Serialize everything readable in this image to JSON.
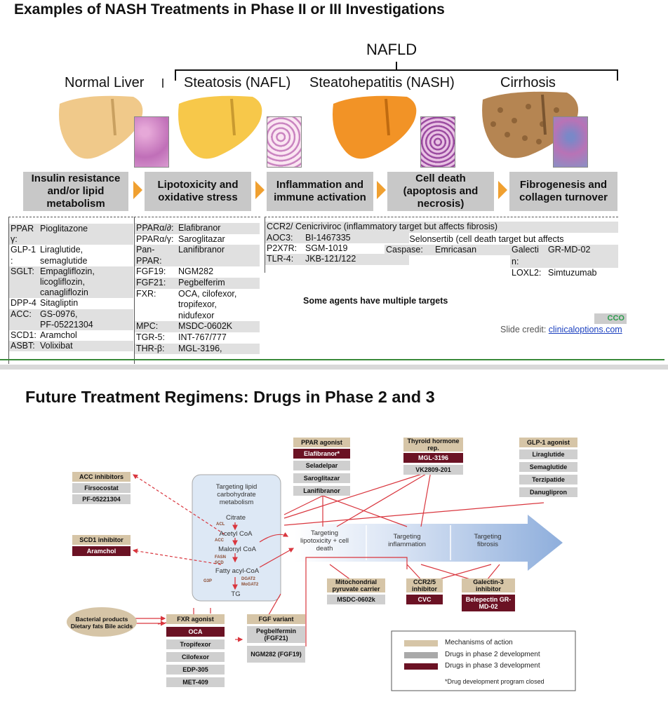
{
  "top": {
    "title": "Examples of NASH Treatments in Phase II or III Investigations",
    "nafld": "NAFLD",
    "stages": [
      "Normal Liver",
      "Steatosis (NAFL)",
      "Steatohepatitis (NASH)",
      "Cirrhosis"
    ],
    "colors": {
      "normal": "#f0c98a",
      "steatosis": "#f7c84a",
      "nash": "#f29326",
      "cirrhosis": "#b58552",
      "chevron": "#f0a030"
    },
    "mechanisms": [
      "Insulin resistance and/or lipid metabolism",
      "Lipotoxicity and oxidative stress",
      "Inflammation and immune activation",
      "Cell death (apoptosis and necrosis)",
      "Fibrogenesis and collagen turnover"
    ],
    "col1": [
      {
        "t": "PPAR",
        "d": "Pioglitazone"
      },
      {
        "t": "γ:",
        "d": ""
      },
      {
        "t": "GLP-1",
        "d": "Liraglutide,"
      },
      {
        "t": ":",
        "d": "semaglutide"
      },
      {
        "t": "SGLT:",
        "d": "Empagliflozin,"
      },
      {
        "t": "",
        "d": "licogliflozin,"
      },
      {
        "t": "",
        "d": "canagliflozin"
      },
      {
        "t": "DPP-4",
        "d": "Sitagliptin"
      },
      {
        "t": "ACC:",
        "d": "GS-0976,"
      },
      {
        "t": "",
        "d": "PF-05221304"
      },
      {
        "t": "SCD1:",
        "d": "Aramchol"
      },
      {
        "t": "ASBT:",
        "d": "Volixibat"
      }
    ],
    "col2": [
      {
        "t": "PPARα/∂:",
        "d": "Elafibranor"
      },
      {
        "t": "PPARα/γ:",
        "d": "Saroglitazar"
      },
      {
        "t": "Pan-",
        "d": "Lanifibranor"
      },
      {
        "t": "PPAR:",
        "d": ""
      },
      {
        "t": "FGF19:",
        "d": "NGM282"
      },
      {
        "t": "FGF21:",
        "d": "Pegbelferim"
      },
      {
        "t": "FXR:",
        "d": "OCA, cilofexor,"
      },
      {
        "t": "",
        "d": "tropifexor,"
      },
      {
        "t": "",
        "d": "nidufexor"
      },
      {
        "t": "MPC:",
        "d": "MSDC-0602K"
      },
      {
        "t": "TGR-5:",
        "d": "INT-767/777"
      },
      {
        "t": "THR-β:",
        "d": "MGL-3196,"
      }
    ],
    "col3a": "CCR2/  Cenicriviroc (inflammatory target but affects fibrosis)",
    "col3": [
      {
        "t": "AOC3:",
        "d": "BI-1467335"
      },
      {
        "t": "P2X7R:",
        "d": "SGM-1019"
      },
      {
        "t": "TLR-4:",
        "d": "JKB-121/122"
      }
    ],
    "col4a": "ASK1 Selonsertib (cell death target but affects",
    "col4": [
      {
        "t": "Caspase:",
        "d": "Emricasan"
      }
    ],
    "col5": [
      {
        "t": "Galecti",
        "d": "GR-MD-02"
      },
      {
        "t": "n:",
        "d": ""
      },
      {
        "t": "LOXL2:",
        "d": "Simtuzumab"
      }
    ],
    "note": "Some agents have multiple targets",
    "logo": "CCO",
    "credit_prefix": "Slide credit: ",
    "credit_link": "clinicaloptions.com"
  },
  "bottom": {
    "title": "Future Treatment Regimens: Drugs in Phase 2 and 3",
    "metabolism": {
      "header": "Targeting lipid carbohydrate metabolism",
      "citrate": "Citrate",
      "acl": "ACL",
      "acetyl": "Acetyl CoA",
      "acc": "ACC",
      "malonyl": "Malonyl CoA",
      "fasn": "FASN",
      "scd": "SCD",
      "fatty": "Fatty acyl-CoA",
      "g3p": "G3P",
      "dgat": "DGAT2",
      "mogat": "MoGAT2",
      "tg": "TG"
    },
    "arrow": [
      "Targeting lipotoxicity + cell death",
      "Targeting inflammation",
      "Targeting fibrosis"
    ],
    "acc": {
      "head": "ACC inhibitors",
      "items": [
        "Firsocostat",
        "PF-05221304"
      ]
    },
    "scd1": {
      "head": "SCD1 inhibitor",
      "items": [
        "Aramchol"
      ]
    },
    "ppar": {
      "head": "PPAR agonist",
      "p3": "Elafibranor*",
      "items": [
        "Seladelpar",
        "Saroglitazar",
        "Lanifibranor"
      ]
    },
    "thyroid": {
      "head": "Thyroid hormone rep.",
      "p3": "MGL-3196",
      "items": [
        "VK2809-201"
      ]
    },
    "glp1": {
      "head": "GLP-1 agonist",
      "items": [
        "Liraglutide",
        "Semaglutide",
        "Terzipatide",
        "Danuglipron"
      ]
    },
    "bacterial": "Bacterial products Dietary fats Bile acids",
    "fxr": {
      "head": "FXR agonist",
      "p3": "OCA",
      "items": [
        "Tropifexor",
        "Cilofexor",
        "EDP-305",
        "MET-409"
      ]
    },
    "fgf": {
      "head": "FGF variant",
      "items": [
        "Pegbelfermin (FGF21)",
        "NGM282 (FGF19)"
      ]
    },
    "mito": {
      "head": "Mitochondrial pyruvate carrier",
      "items": [
        "MSDC-0602k"
      ]
    },
    "ccr": {
      "head": "CCR2/5 inhibitor",
      "p3": "CVC"
    },
    "galectin": {
      "head": "Galectin-3 inhibitor",
      "p3": "Belepectin GR-MD-02"
    },
    "legend": [
      "Mechanisms of action",
      "Drugs in phase 2 development",
      "Drugs in phase 3 development"
    ],
    "legend_note": "*Drug development program closed",
    "colors": {
      "tan": "#d6c5a7",
      "gray": "#cfcfcf",
      "dark": "#6b1224",
      "arrow": "#9db8df",
      "red": "#d9363e"
    }
  }
}
